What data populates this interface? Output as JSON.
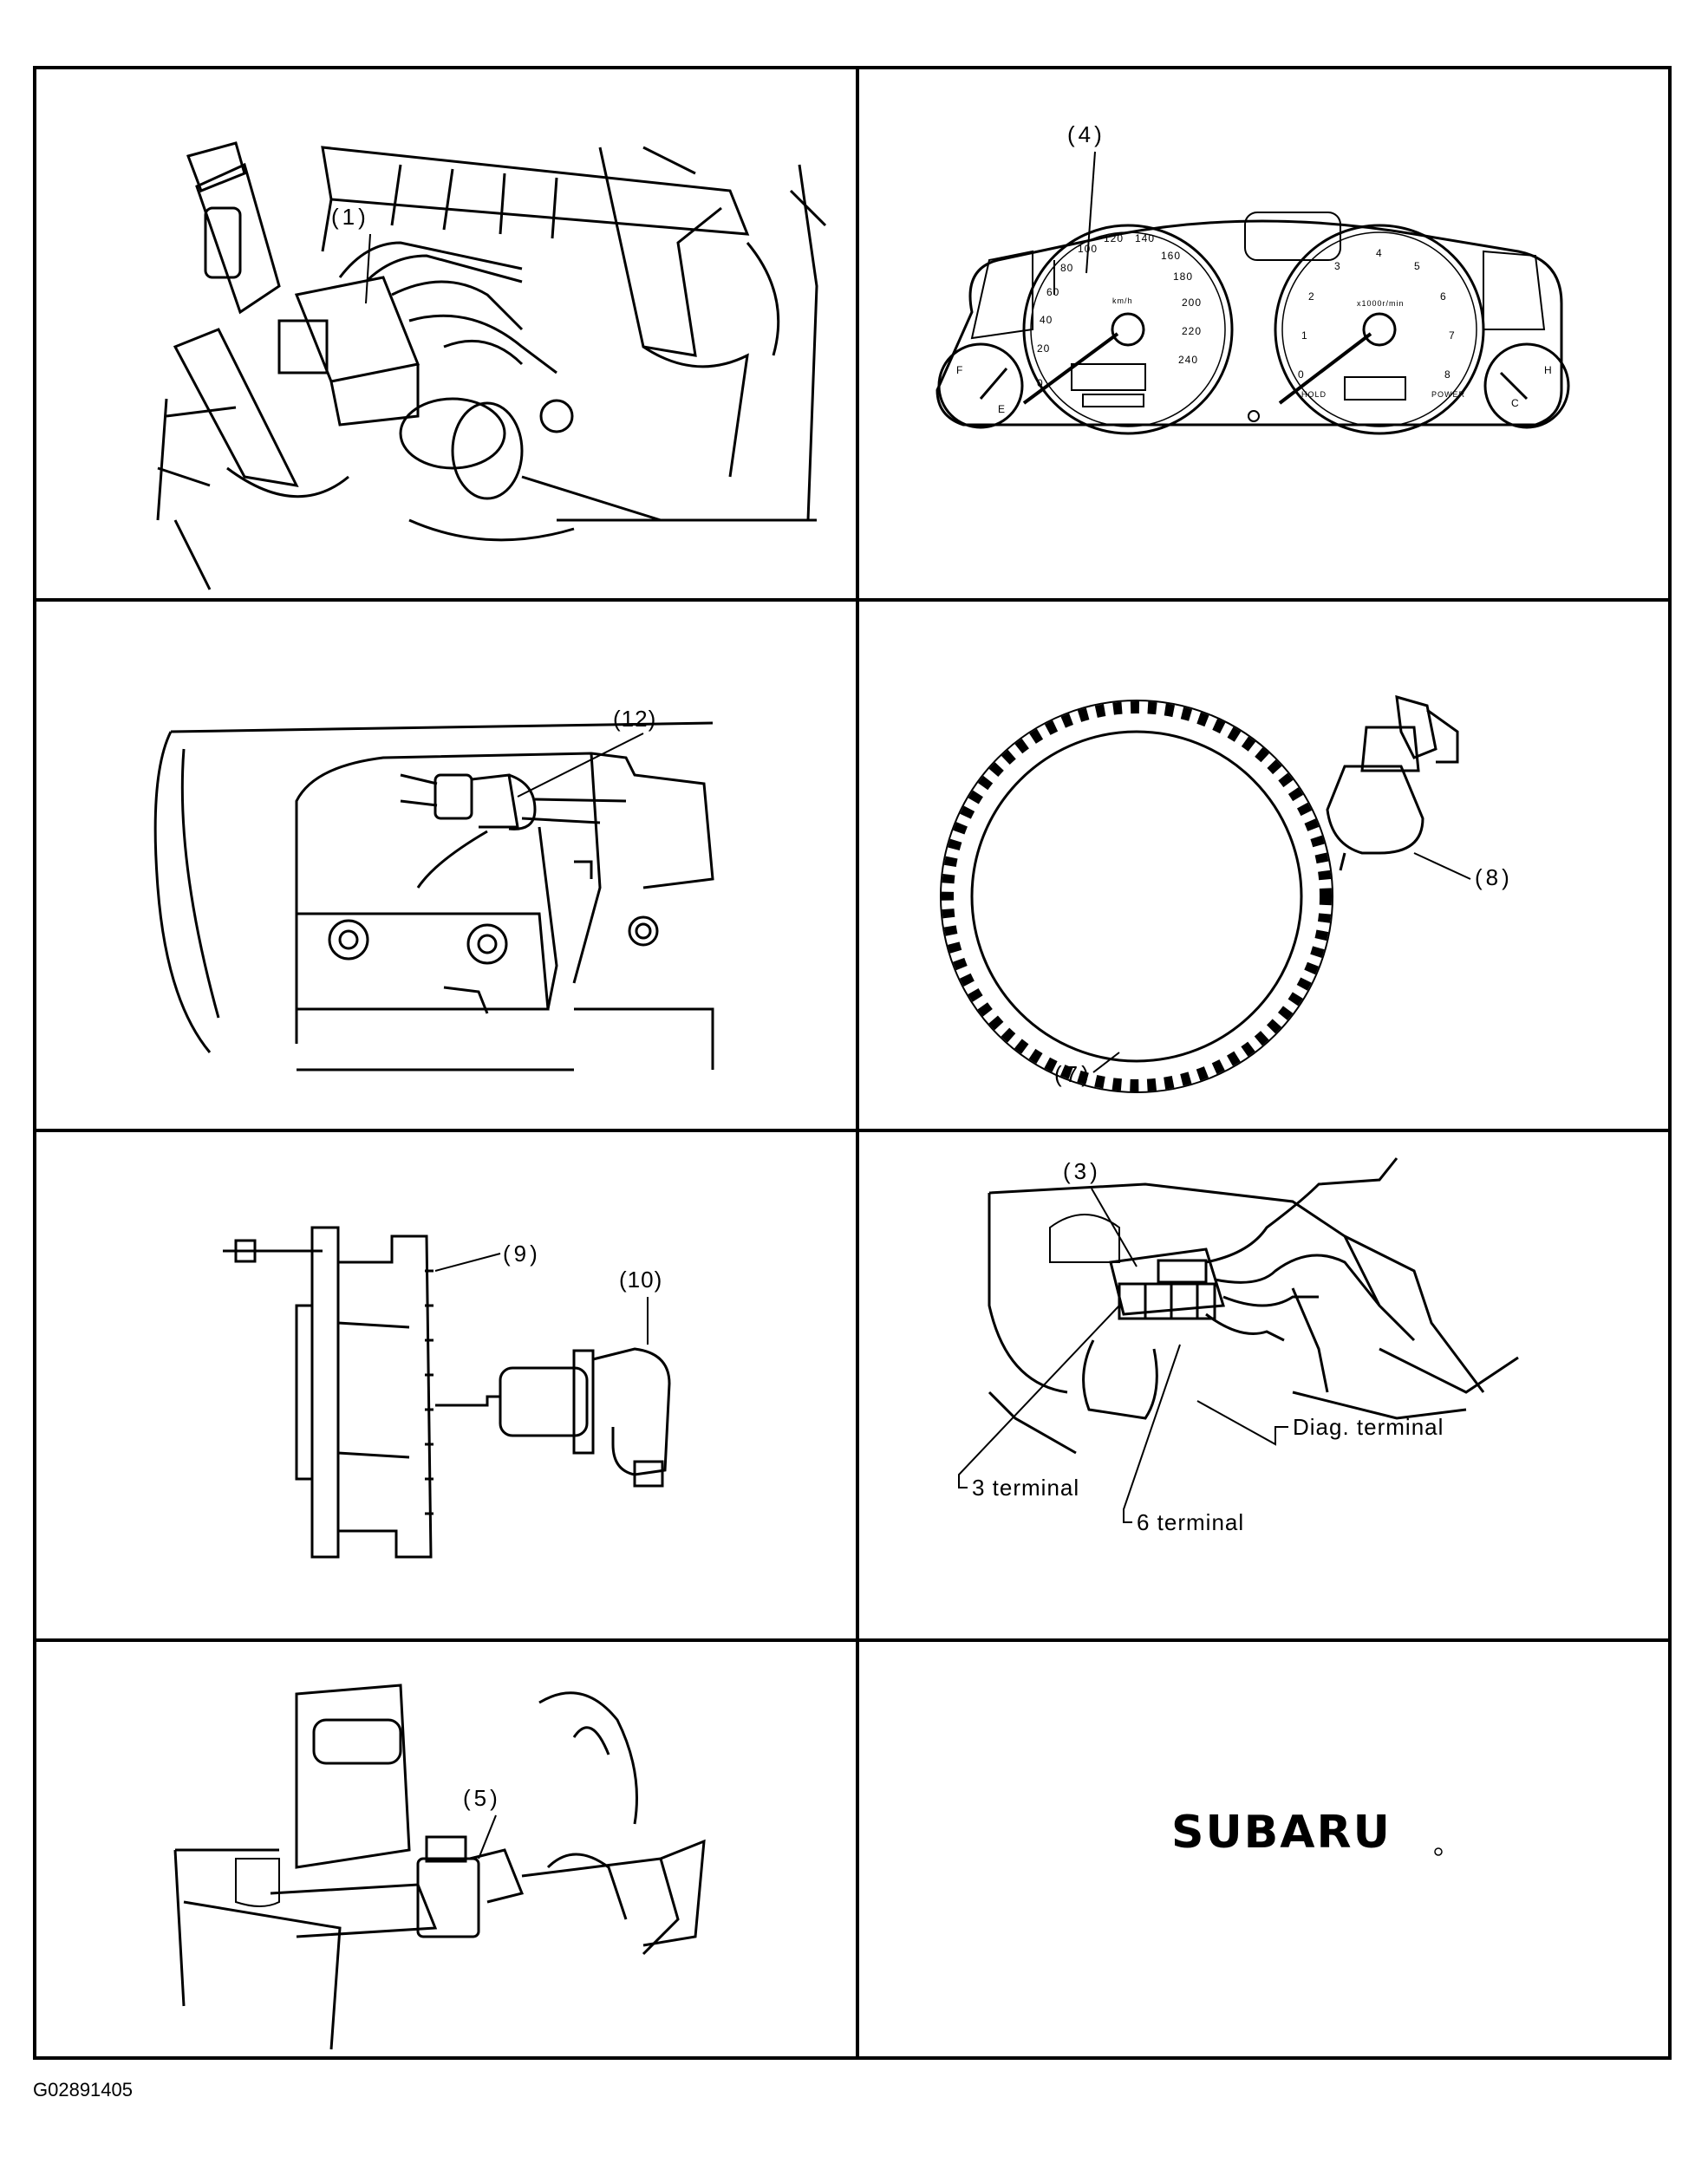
{
  "panels": {
    "p1": {
      "callout": "(1)"
    },
    "p2": {
      "callout": "(4)",
      "speedo_ticks": [
        "0",
        "20",
        "40",
        "60",
        "80",
        "100",
        "120",
        "140",
        "160",
        "180",
        "200",
        "220",
        "240"
      ],
      "speedo_unit": "km/h",
      "tacho_ticks": [
        "0",
        "1",
        "2",
        "3",
        "4",
        "5",
        "6",
        "7",
        "8"
      ],
      "tacho_unit": "x1000r/min",
      "fuel_full": "F",
      "fuel_empty": "E",
      "temp_hot": "H",
      "temp_cold": "C",
      "hold_label": "HOLD",
      "power_label": "POWER"
    },
    "p3": {
      "callout": "(12)"
    },
    "p4": {
      "callout_sensor": "(8)",
      "callout_rotor": "(7)"
    },
    "p5": {
      "callout_rotor": "(9)",
      "callout_sensor": "(10)"
    },
    "p6": {
      "callout": "(3)",
      "label_3_terminal": "3 terminal",
      "label_6_terminal": "6 terminal",
      "label_diag_terminal": "Diag. terminal"
    },
    "p7": {
      "callout": "(5)"
    },
    "p8": {
      "logo_text": "SUBARU"
    }
  },
  "footer": {
    "figure_code": "G02891405"
  }
}
